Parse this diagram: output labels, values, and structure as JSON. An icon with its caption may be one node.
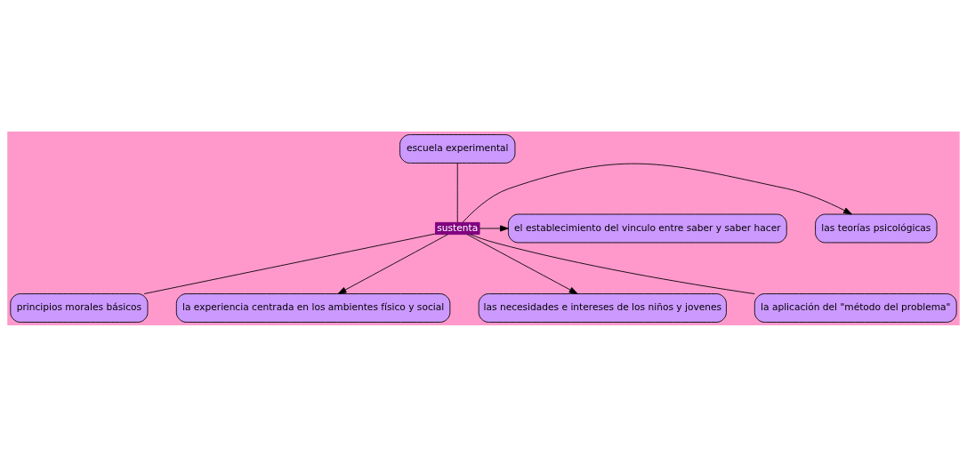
{
  "diagram": {
    "nodes": [
      {
        "text": [
          "escuela experimental"
        ]
      },
      {
        "text": [
          "las teorías psicológicas"
        ]
      },
      {
        "text": [
          "el establecimiento del vinculo entre saber y saber hacer"
        ]
      },
      {
        "text": [
          "sustenta"
        ]
      },
      {
        "text": [
          "principios morales básicos"
        ]
      },
      {
        "text": [
          "la experiencia centrada en los ambientes físico y social"
        ]
      },
      {
        "text": [
          "las necesidades e intereses de los niños y jovenes"
        ]
      },
      {
        "text": [
          "la aplicación del \"método del problema\""
        ]
      }
    ],
    "edges": [
      {
        "from": 0,
        "to": 3,
        "arrow": "none"
      },
      {
        "from": 3,
        "to": 1,
        "arrow": "to"
      },
      {
        "from": 3,
        "to": 2,
        "arrow": "to"
      },
      {
        "from": 3,
        "to": 4,
        "arrow": "none"
      },
      {
        "from": 3,
        "to": 5,
        "arrow": "to"
      },
      {
        "from": 3,
        "to": 6,
        "arrow": "to"
      },
      {
        "from": 3,
        "to": 7,
        "arrow": "none"
      }
    ]
  }
}
